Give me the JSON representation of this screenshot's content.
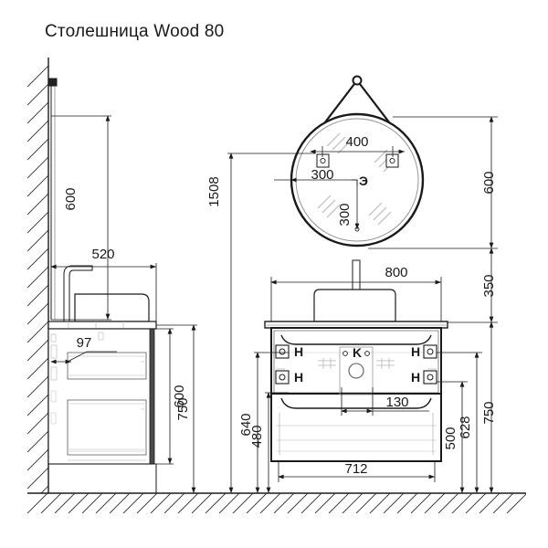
{
  "title": "Столешница Wood 80",
  "colors": {
    "line": "#1a1a1a",
    "thin": "#555555",
    "light": "#9a9a9a",
    "faint": "#c8c8c8",
    "text": "#1a1a1a",
    "background": "#ffffff"
  },
  "drawing": {
    "type": "technical-elevation-drawing",
    "product": "Столешница Wood 80",
    "views": [
      {
        "name": "side-view",
        "description": "left side section with wall, sink, faucet and 2-drawer cabinet"
      },
      {
        "name": "front-view-mirror",
        "description": "round mirror on leather strap with hanging ring"
      },
      {
        "name": "front-view-cabinet",
        "description": "cabinet front elevation with countertop, basin, faucet and two drawers"
      }
    ]
  },
  "dimensions": {
    "side_view": [
      {
        "id": "d-600-top-left",
        "value": "600",
        "orientation": "vertical",
        "view": "side-view",
        "note": "faucet/wall riser height"
      },
      {
        "id": "d-520",
        "value": "520",
        "orientation": "horizontal",
        "view": "side-view",
        "note": "countertop depth"
      },
      {
        "id": "d-97",
        "value": "97",
        "orientation": "leader",
        "view": "side-view",
        "note": "drawer offset from wall"
      },
      {
        "id": "d-600-cabinet",
        "value": "600",
        "orientation": "vertical",
        "view": "side-view",
        "note": "cabinet height"
      },
      {
        "id": "d-750-left",
        "value": "750",
        "orientation": "vertical",
        "view": "side-view",
        "note": "cabinet bottom to floor"
      }
    ],
    "mirror_view": [
      {
        "id": "d-1508",
        "value": "1508",
        "orientation": "vertical",
        "view": "mirror",
        "note": "mirror top height from floor"
      },
      {
        "id": "d-400",
        "value": "400",
        "orientation": "horizontal",
        "view": "mirror",
        "note": "distance between mounting brackets"
      },
      {
        "id": "d-300-h",
        "value": "300",
        "orientation": "horizontal",
        "view": "mirror",
        "note": "mirror radius horizontal"
      },
      {
        "id": "d-300-v",
        "value": "300",
        "orientation": "vertical",
        "view": "mirror",
        "note": "mirror radius vertical"
      },
      {
        "id": "d-600-right",
        "value": "600",
        "orientation": "vertical",
        "view": "right-stack",
        "note": "mirror diameter zone"
      }
    ],
    "front_view": [
      {
        "id": "d-800",
        "value": "800",
        "orientation": "horizontal",
        "view": "front",
        "note": "countertop width"
      },
      {
        "id": "d-350",
        "value": "350",
        "orientation": "vertical",
        "view": "right-stack",
        "note": "gap mirror to countertop"
      },
      {
        "id": "d-640",
        "value": "640",
        "orientation": "vertical",
        "view": "front",
        "note": "upper reference height"
      },
      {
        "id": "d-480",
        "value": "480",
        "orientation": "vertical",
        "view": "front",
        "note": "lower drawer reference height"
      },
      {
        "id": "d-130",
        "value": "130",
        "orientation": "horizontal",
        "view": "front",
        "note": "siphon offset"
      },
      {
        "id": "d-500",
        "value": "500",
        "orientation": "vertical",
        "view": "front",
        "note": "drawer bottom to floor"
      },
      {
        "id": "d-628",
        "value": "628",
        "orientation": "vertical",
        "view": "front",
        "note": "hardware height from floor"
      },
      {
        "id": "d-750-right",
        "value": "750",
        "orientation": "vertical",
        "view": "right-stack",
        "note": "countertop height from floor"
      },
      {
        "id": "d-712",
        "value": "712",
        "orientation": "horizontal",
        "view": "front",
        "note": "cabinet body width"
      }
    ]
  },
  "markers": [
    {
      "id": "marker-h-top-left",
      "label": "H",
      "meaning": "hardware-fixing-point"
    },
    {
      "id": "marker-h-top-right",
      "label": "H",
      "meaning": "hardware-fixing-point"
    },
    {
      "id": "marker-h-bottom-left",
      "label": "H",
      "meaning": "hardware-fixing-point"
    },
    {
      "id": "marker-h-bottom-right",
      "label": "H",
      "meaning": "hardware-fixing-point"
    },
    {
      "id": "marker-k-center",
      "label": "K",
      "meaning": "plumbing-connection-point"
    },
    {
      "id": "marker-mirror-e",
      "label": "Э",
      "meaning": "electrical-connection-point"
    }
  ],
  "labels": {
    "v600_top": "600",
    "v520": "520",
    "v97": "97",
    "v600_cab": "600",
    "v750_left": "750",
    "v1508": "1508",
    "v400": "400",
    "v300_h": "300",
    "v300_v": "300",
    "v600_right": "600",
    "v800": "800",
    "v350": "350",
    "v640": "640",
    "v480": "480",
    "v130": "130",
    "v500": "500",
    "v628": "628",
    "v750_right": "750",
    "v712": "712",
    "m_h1": "H",
    "m_h2": "H",
    "m_h3": "H",
    "m_h4": "H",
    "m_k": "K",
    "m_e": "Э"
  }
}
